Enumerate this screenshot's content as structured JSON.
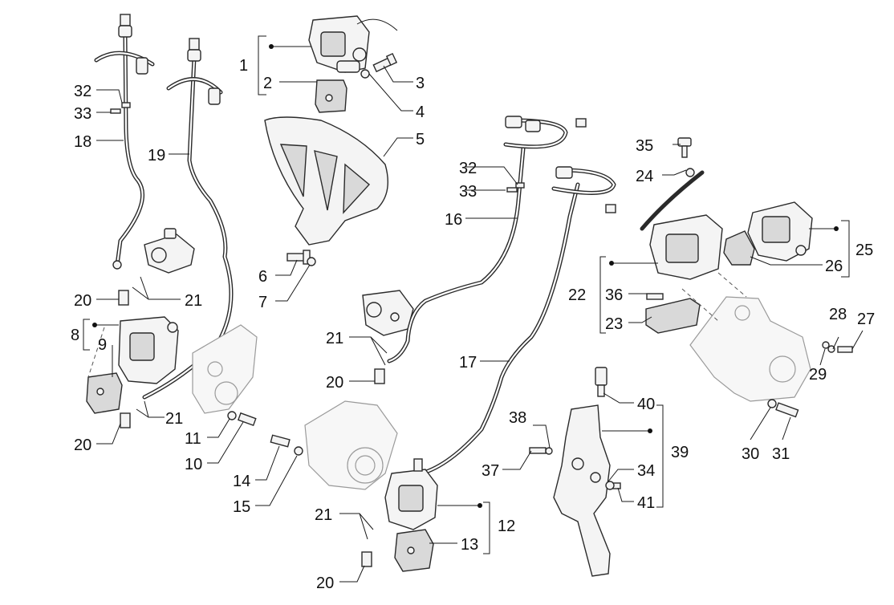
{
  "diagram": {
    "callouts": [
      {
        "id": "c1",
        "text": "1"
      },
      {
        "id": "c2",
        "text": "2"
      },
      {
        "id": "c3",
        "text": "3"
      },
      {
        "id": "c4",
        "text": "4"
      },
      {
        "id": "c5",
        "text": "5"
      },
      {
        "id": "c6",
        "text": "6"
      },
      {
        "id": "c7",
        "text": "7"
      },
      {
        "id": "c8",
        "text": "8"
      },
      {
        "id": "c9",
        "text": "9"
      },
      {
        "id": "c10",
        "text": "10"
      },
      {
        "id": "c11",
        "text": "11"
      },
      {
        "id": "c12",
        "text": "12"
      },
      {
        "id": "c13",
        "text": "13"
      },
      {
        "id": "c14",
        "text": "14"
      },
      {
        "id": "c15",
        "text": "15"
      },
      {
        "id": "c16",
        "text": "16"
      },
      {
        "id": "c17",
        "text": "17"
      },
      {
        "id": "c18",
        "text": "18"
      },
      {
        "id": "c19",
        "text": "19"
      },
      {
        "id": "c20a",
        "text": "20"
      },
      {
        "id": "c20b",
        "text": "20"
      },
      {
        "id": "c20c",
        "text": "20"
      },
      {
        "id": "c20d",
        "text": "20"
      },
      {
        "id": "c21a",
        "text": "21"
      },
      {
        "id": "c21b",
        "text": "21"
      },
      {
        "id": "c21c",
        "text": "21"
      },
      {
        "id": "c21d",
        "text": "21"
      },
      {
        "id": "c22",
        "text": "22"
      },
      {
        "id": "c23",
        "text": "23"
      },
      {
        "id": "c24",
        "text": "24"
      },
      {
        "id": "c25",
        "text": "25"
      },
      {
        "id": "c26",
        "text": "26"
      },
      {
        "id": "c27",
        "text": "27"
      },
      {
        "id": "c28",
        "text": "28"
      },
      {
        "id": "c29",
        "text": "29"
      },
      {
        "id": "c30",
        "text": "30"
      },
      {
        "id": "c31",
        "text": "31"
      },
      {
        "id": "c32a",
        "text": "32"
      },
      {
        "id": "c32b",
        "text": "32"
      },
      {
        "id": "c33a",
        "text": "33"
      },
      {
        "id": "c33b",
        "text": "33"
      },
      {
        "id": "c34",
        "text": "34"
      },
      {
        "id": "c35",
        "text": "35"
      },
      {
        "id": "c36",
        "text": "36"
      },
      {
        "id": "c37",
        "text": "37"
      },
      {
        "id": "c38",
        "text": "38"
      },
      {
        "id": "c39",
        "text": "39"
      },
      {
        "id": "c40",
        "text": "40"
      },
      {
        "id": "c41",
        "text": "41"
      }
    ],
    "colors": {
      "line": "#1a1a1a",
      "part_fill": "#f4f4f4",
      "ghost": "#9a9a9a"
    }
  }
}
